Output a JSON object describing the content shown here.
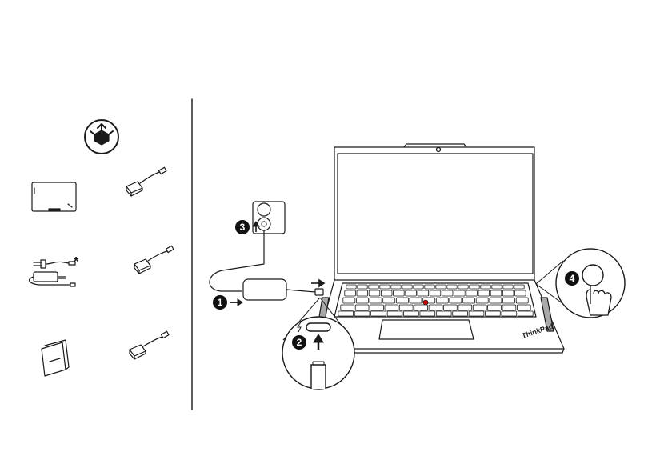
{
  "unbox": {
    "icon": "box-unpack-icon"
  },
  "contents": [
    {
      "name": "laptop",
      "icon": "laptop-icon"
    },
    {
      "name": "usb-c-to-ethernet-adapter",
      "icon": "adapter-icon"
    },
    {
      "name": "power-adapter-and-cable",
      "icon": "power-adapter-icon",
      "note": "*"
    },
    {
      "name": "usb-c-adapter-2",
      "icon": "adapter-icon"
    },
    {
      "name": "documentation",
      "icon": "booklet-icon"
    },
    {
      "name": "usb-c-adapter-3",
      "icon": "adapter-icon"
    }
  ],
  "steps": [
    {
      "number": "1",
      "icon": "arrow-right-icon"
    },
    {
      "number": "2",
      "icon": "arrow-up-icon"
    },
    {
      "number": "3",
      "icon": "arrow-up-icon"
    },
    {
      "number": "4",
      "icon": "hand-press-icon"
    }
  ],
  "laptop_brand": "ThinkPad",
  "colors": {
    "line": "#1a1a1a",
    "fill": "#ffffff",
    "badge": "#111111",
    "badge_text": "#ffffff"
  }
}
